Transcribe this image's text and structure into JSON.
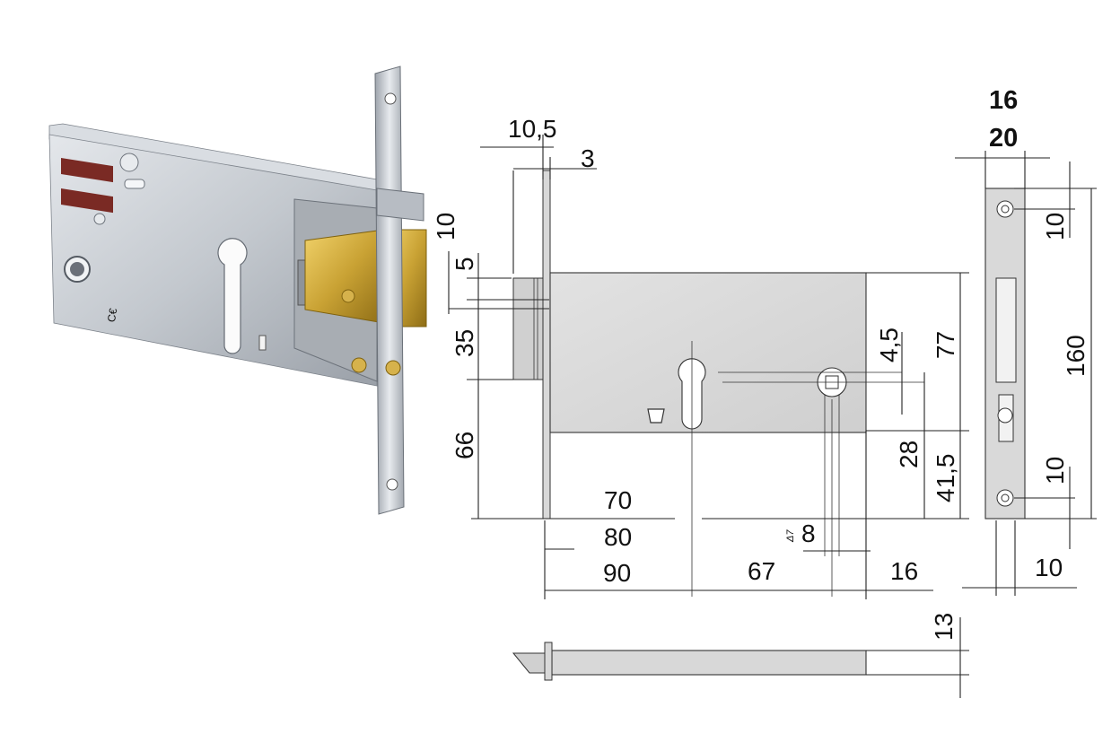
{
  "colors": {
    "plate": "#dcdcdc",
    "body_gray": "#c4c8ce",
    "brass": "#c9a234",
    "red_pad": "#7a2a24",
    "line": "#222222"
  },
  "photo": {
    "stamp_text": "C€"
  },
  "front_view": {
    "dim_10_5": "10,5",
    "dim_3": "3",
    "dim_10": "10",
    "dim_5": "5",
    "dim_35": "35",
    "dim_66": "66",
    "dim_70": "70",
    "dim_80": "80",
    "dim_90": "90",
    "dim_67": "67",
    "dim_8": "8",
    "dim_8_note": "Δ7",
    "dim_16": "16",
    "dim_4_5": "4,5",
    "dim_77": "77",
    "dim_28": "28",
    "dim_41_5": "41,5"
  },
  "side_view": {
    "width_16": "16",
    "width_20": "20",
    "dim_10_top": "10",
    "dim_160": "160",
    "dim_10_bottom": "10",
    "dim_10_side": "10"
  },
  "bottom_view": {
    "dim_13": "13"
  }
}
